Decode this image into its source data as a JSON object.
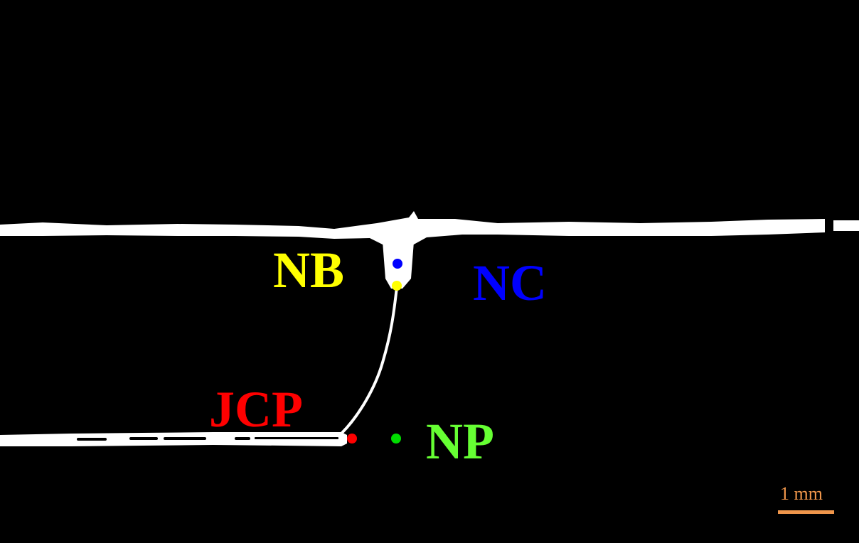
{
  "labels": {
    "nb": {
      "text": "NB",
      "color": "#ffff00"
    },
    "nc": {
      "text": "NC",
      "color": "#0000ff"
    },
    "jcp": {
      "text": "JCP",
      "color": "#ff0000"
    },
    "np": {
      "text": "NP",
      "color": "#66ff33"
    }
  },
  "markers": {
    "nc": {
      "color": "#0000ff"
    },
    "nb": {
      "color": "#ffff00"
    },
    "jcp": {
      "color": "#ff0000"
    },
    "np": {
      "color": "#00dd00"
    }
  },
  "scale_bar": {
    "label": "1 mm",
    "color": "#f0964b"
  },
  "colors": {
    "background": "#000000",
    "structure": "#ffffff"
  }
}
